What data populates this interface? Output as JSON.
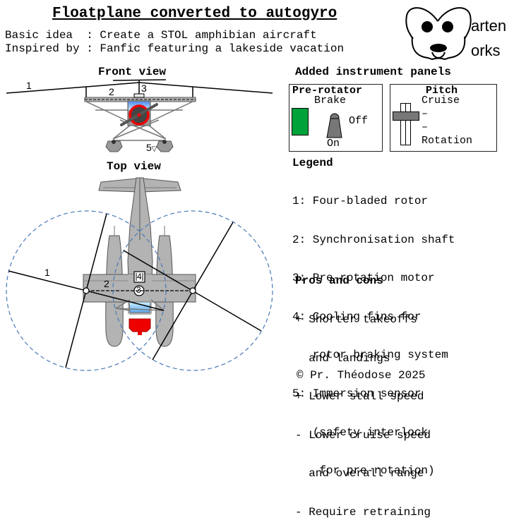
{
  "header": {
    "title": "Floatplane converted to autogyro",
    "basic_idea_label": "Basic idea  : ",
    "basic_idea": "Create a STOL amphibian aircraft",
    "inspired_label": "Inspired by : ",
    "inspired": "Fanfic featuring a lakeside vacation"
  },
  "logo": {
    "line1": "arten",
    "line2": "orks",
    "icon": "dog-face-icon"
  },
  "front_view": {
    "title": "Front view",
    "labels": [
      "1",
      "2",
      "3",
      "5"
    ],
    "sensor_glyph": "▽"
  },
  "top_view": {
    "title": "Top view",
    "labels": [
      "1",
      "2",
      "3",
      "4"
    ]
  },
  "instrument_panels": {
    "title": "Added instrument panels",
    "pre_rotator": {
      "title": "Pre-rotator",
      "subtitle": "Brake",
      "off_label": "Off",
      "on_label": "On",
      "indicator_color": "#00a33a",
      "switch_state": "On"
    },
    "pitch": {
      "title": "Pitch",
      "positions": [
        "Cruise",
        "–",
        "–",
        "Rotation"
      ],
      "lever_position": "between Cruise and first mark"
    }
  },
  "legend": {
    "title": "Legend",
    "lines": [
      "1: Four-bladed rotor",
      "2: Synchronisation shaft",
      "3: Pre-rotation motor",
      "4: Cooling fins for",
      "   rotor braking system",
      "5: Immersion sensor",
      "   (safety interlock",
      "    for pre-rotation)"
    ]
  },
  "pros_cons": {
    "title": "Pros and cons",
    "lines": [
      "+ Shorter takeoffs",
      "  and landings",
      "+ Lower stall speed",
      "- Lower cruise speed",
      "  and overall range",
      "- Require retraining"
    ]
  },
  "copyright": "© Pr. Théodose 2025",
  "colors": {
    "rotor_disc": "#4a7ab8",
    "fuselage": "#b3b3b3",
    "engine_red": "#ee0000",
    "canopy": "#7fbfff",
    "indicator_green": "#00a33a"
  }
}
